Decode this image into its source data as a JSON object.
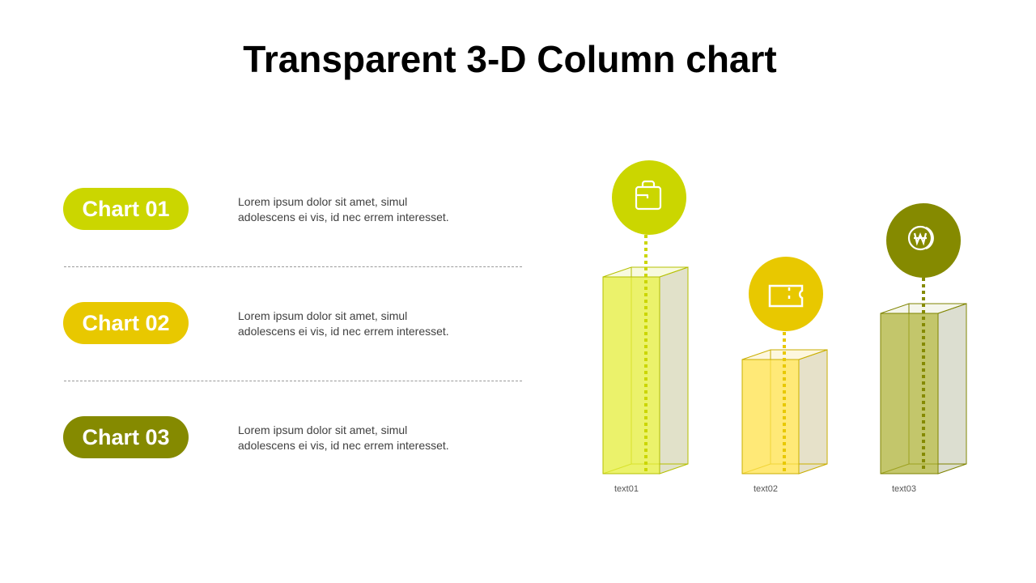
{
  "title": "Transparent 3-D Column chart",
  "items": [
    {
      "label": "Chart 01",
      "color": "#CBD600",
      "text_line1": "Lorem ipsum dolor sit amet, simul",
      "text_line2": "adolescens ei vis, id nec errem  interesset."
    },
    {
      "label": "Chart 02",
      "color": "#E8C800",
      "text_line1": "Lorem ipsum dolor sit amet, simul",
      "text_line2": "adolescens ei vis, id nec errem  interesset."
    },
    {
      "label": "Chart 03",
      "color": "#858A00",
      "text_line1": "Lorem ipsum dolor sit amet, simul",
      "text_line2": "adolescens ei vis, id nec errem  interesset."
    }
  ],
  "icons": [
    "shopping-bag-icon",
    "ticket-icon",
    "won-coin-icon"
  ],
  "chart_data": {
    "type": "bar",
    "title": "Transparent 3-D Column chart",
    "categories": [
      "text01",
      "text02",
      "text03"
    ],
    "values": [
      243,
      141,
      198
    ],
    "value_note": "relative column heights in pixels (no numeric axis shown)",
    "colors": [
      "#CBD600",
      "#E8C800",
      "#858A00"
    ],
    "xlabel": "",
    "ylabel": "",
    "grid": false,
    "legend": "none"
  }
}
